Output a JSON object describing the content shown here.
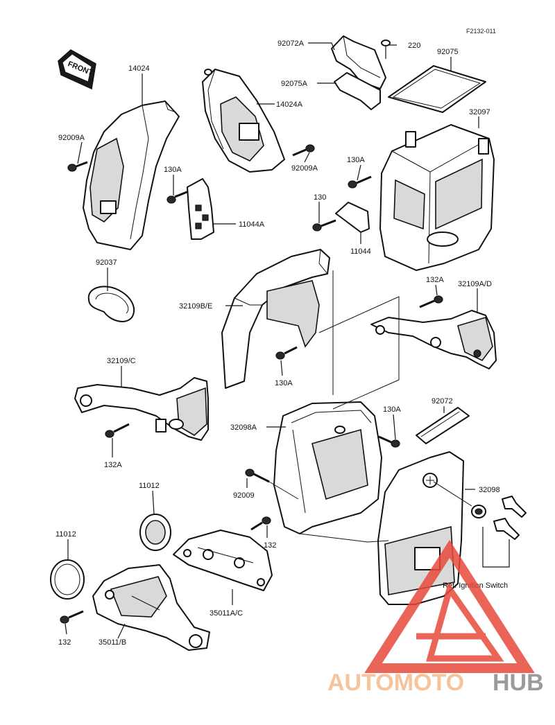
{
  "diagram_code": "F2132-011",
  "front_label": "FRONT",
  "labels": {
    "l_92072A": "92072A",
    "l_220": "220",
    "l_92075": "92075",
    "l_92075A": "92075A",
    "l_14024": "14024",
    "l_14024A": "14024A",
    "l_32097": "32097",
    "l_92009A_left": "92009A",
    "l_92009A_mid": "92009A",
    "l_130A_top": "130A",
    "l_130A_right": "130A",
    "l_11044A": "11044A",
    "l_130": "130",
    "l_11044": "11044",
    "l_92037": "92037",
    "l_132A_right": "132A",
    "l_32109AD": "32109A/D",
    "l_32109BE": "32109B/E",
    "l_130A_mid": "130A",
    "l_32109C": "32109/C",
    "l_92072": "92072",
    "l_130A_low": "130A",
    "l_32098A": "32098A",
    "l_132A_left": "132A",
    "l_32098": "32098",
    "l_11012_a": "11012",
    "l_92009": "92009",
    "l_11012_b": "11012",
    "l_132_mid": "132",
    "l_ignition": "Ref. Ignition Switch",
    "l_35011AC": "35011A/C",
    "l_132_low": "132",
    "l_35011B": "35011/B"
  },
  "watermark": {
    "part1": "AUTOMOTO",
    "part2": "HUB",
    "color1": "#f5b98a",
    "color2": "#8a8a8a",
    "logo_color": "#e84a3c"
  }
}
